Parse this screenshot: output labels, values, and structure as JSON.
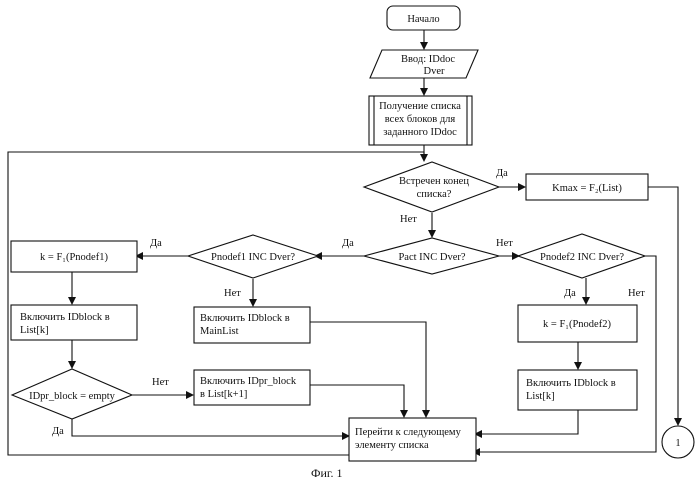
{
  "nodes": {
    "start": "Начало",
    "input_line1": "Ввод: IDdoc",
    "input_line2": "Dver",
    "get_list_line1": "Получение списка",
    "get_list_line2": "всех блоков для",
    "get_list_line3": "заданного IDdoc",
    "end_list_line1": "Встречен конец",
    "end_list_line2": "списка?",
    "kmax": "Kmax = F₂(List)",
    "pact": "Pact INC Dver?",
    "pnodef1": "Pnodef1 INC Dver?",
    "pnodef2": "Pnodef2 INC Dver?",
    "k_f1_left": "k = F₁(Pnodef1)",
    "include_list_left_line1": "Включить IDblock в",
    "include_list_left_line2": "List[k]",
    "include_mainlist_line1": "Включить IDblock в",
    "include_mainlist_line2": "MainList",
    "k_f1_right": "k = F₁(Pnodef2)",
    "include_list_right_line1": "Включить IDblock в",
    "include_list_right_line2": "List[k]",
    "idpr_empty": "IDpr_block = empty",
    "include_idpr_line1": "Включить IDpr_block",
    "include_idpr_line2": "в List[k+1]",
    "next_line1": "Перейти к следующему",
    "next_line2": "элементу списка",
    "connector": "1"
  },
  "labels": {
    "yes_end_list": "Да",
    "no_end_list": "Нет",
    "yes_pact": "Да",
    "no_pact": "Нет",
    "yes_pnodef1": "Да",
    "no_pnodef1": "Нет",
    "yes_pnodef2": "Да",
    "no_pnodef2": "Нет",
    "no_idpr": "Нет",
    "yes_idpr": "Да"
  },
  "caption": "Фиг. 1"
}
